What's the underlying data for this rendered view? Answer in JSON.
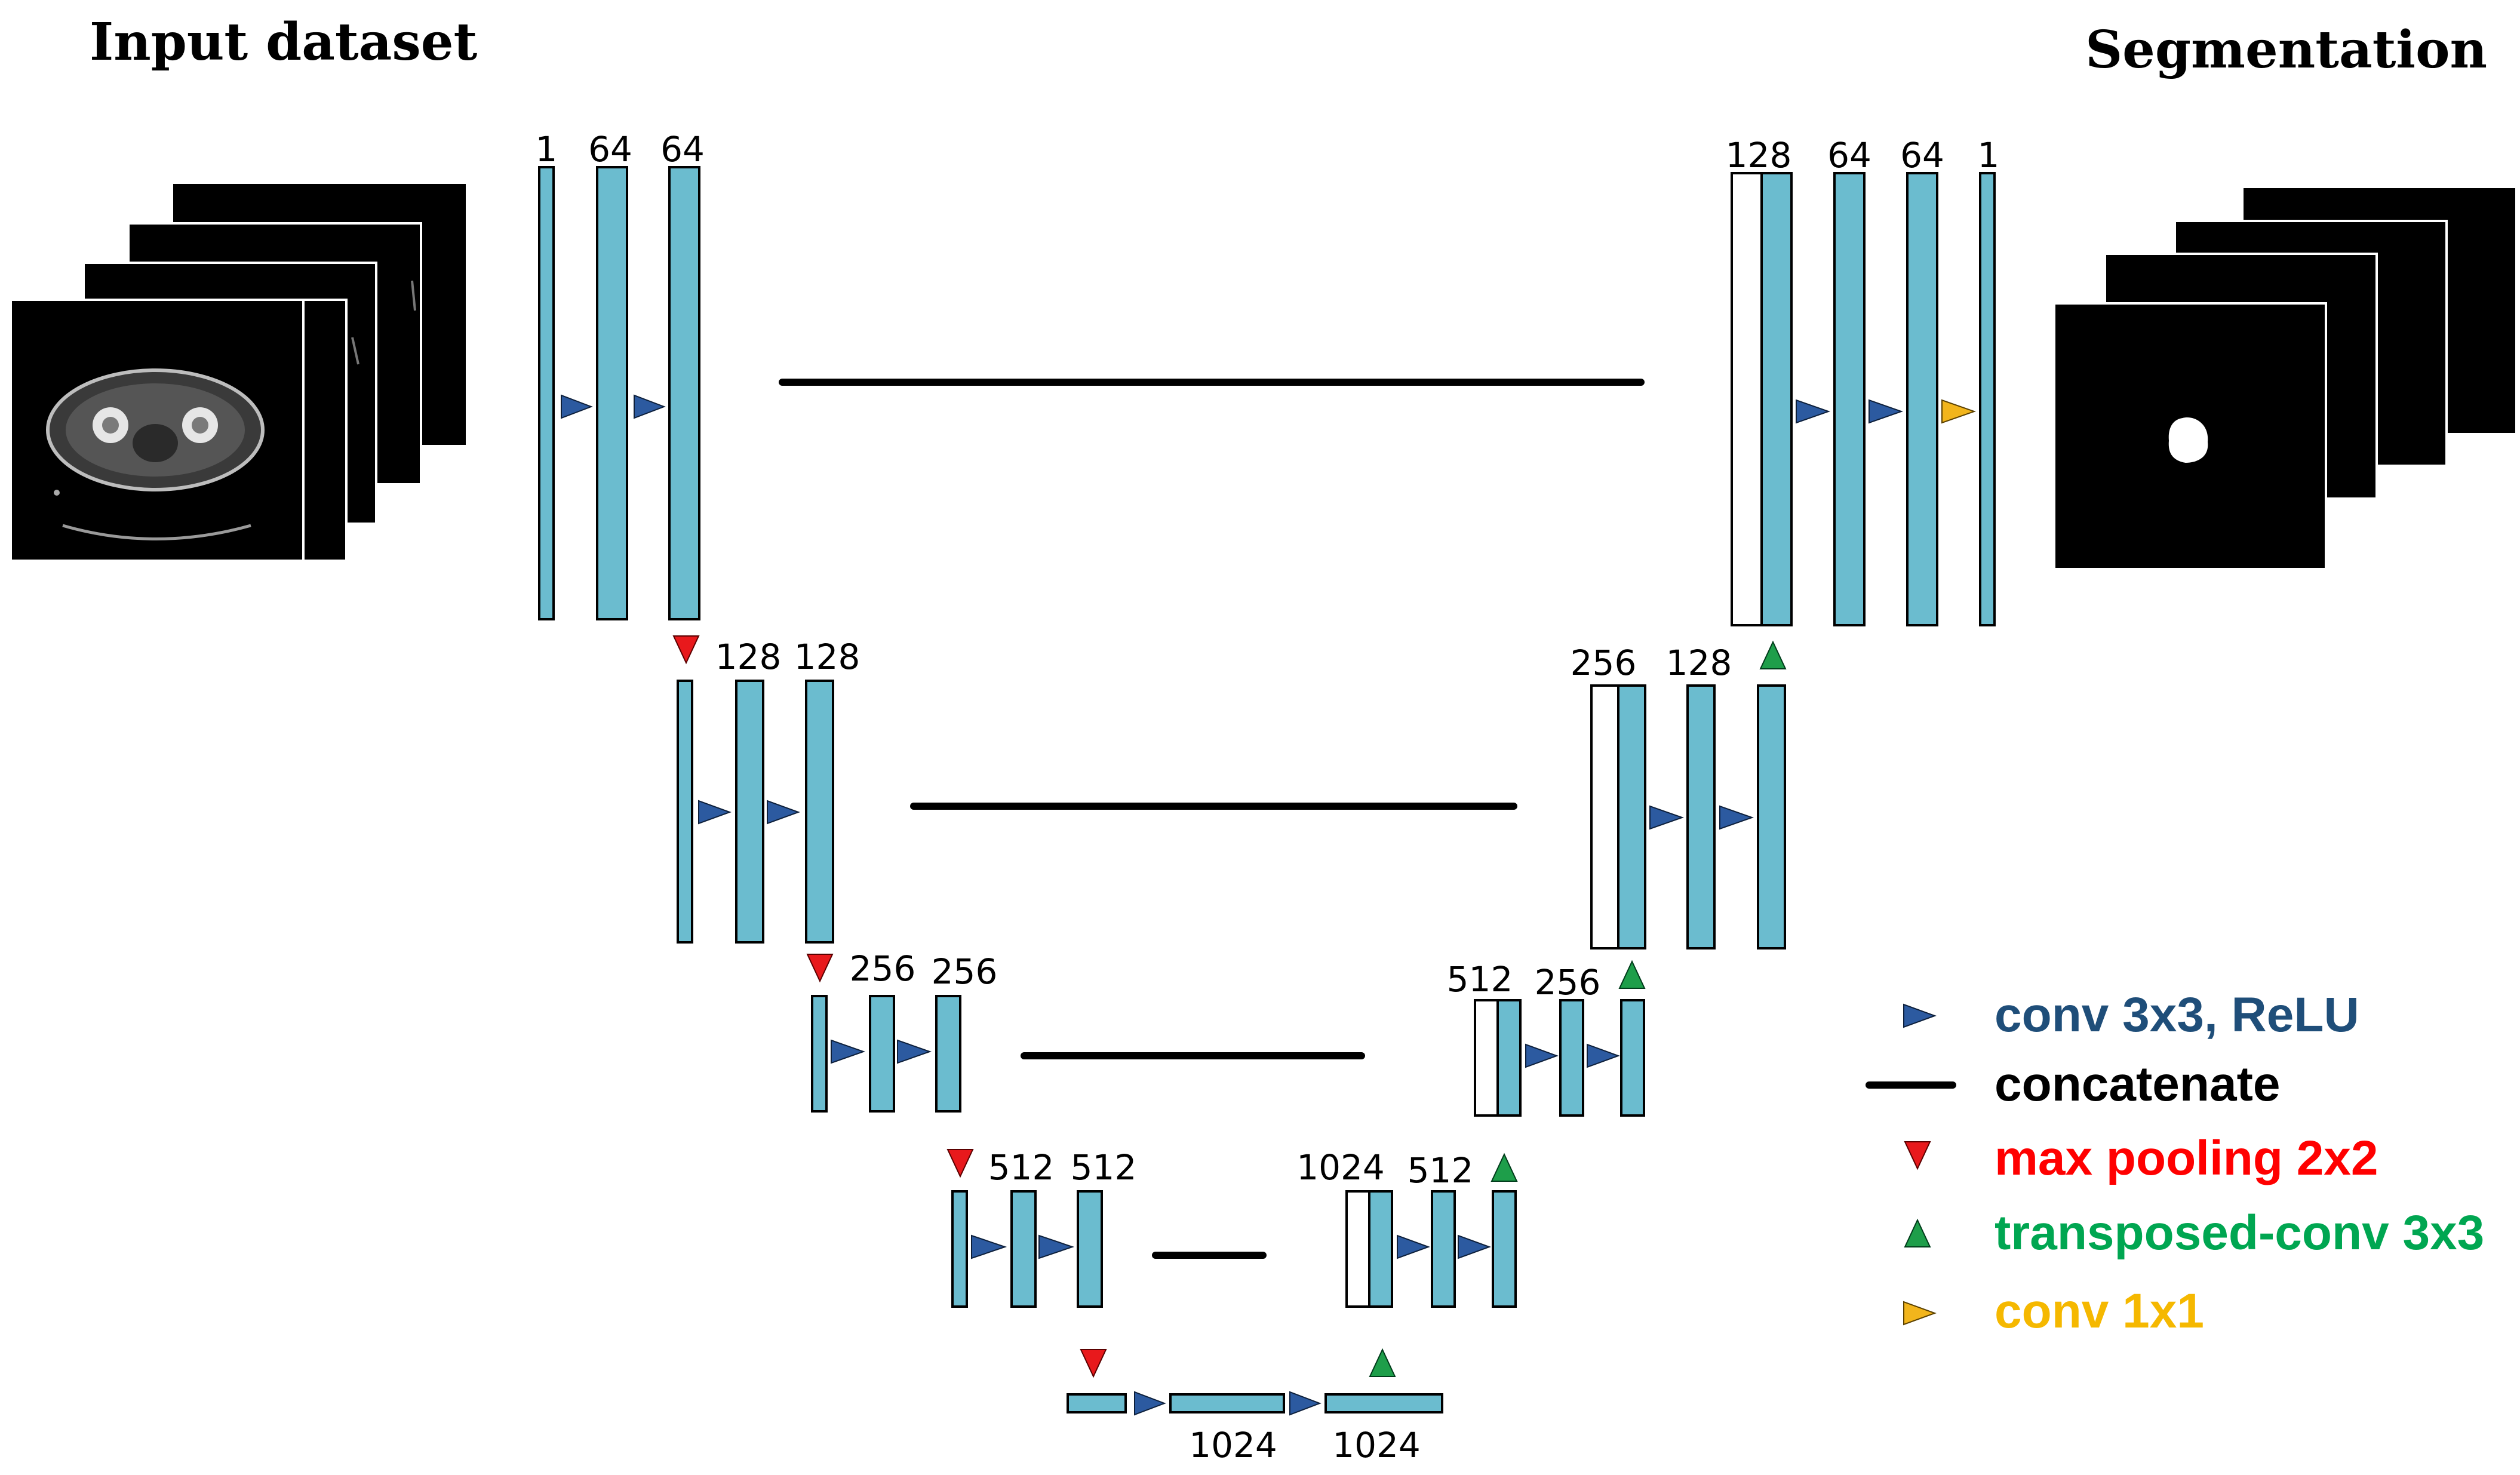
{
  "titles": {
    "input": "Input dataset",
    "output": "Segmentation"
  },
  "colors": {
    "feature_map": "#6bbccf",
    "concat_map": "#ffffff",
    "conv3x3": "#2c5aa0",
    "concatenate": "#000000",
    "max_pool": "#e8191c",
    "up_conv": "#1e9e4a",
    "conv1x1": "#f2b51c",
    "legend_conv3x3": "#1f4e79",
    "legend_max_pool": "#ff0000",
    "legend_up_conv": "#00a651",
    "legend_conv1x1": "#f5b800"
  },
  "channels": {
    "enc1": [
      "1",
      "64",
      "64"
    ],
    "enc2": [
      "128",
      "128"
    ],
    "enc3": [
      "256",
      "256"
    ],
    "enc4": [
      "512",
      "512"
    ],
    "bottleneck": [
      "1024",
      "1024"
    ],
    "dec4": [
      "1024",
      "512"
    ],
    "dec3": [
      "512",
      "256"
    ],
    "dec2": [
      "256",
      "128"
    ],
    "dec1": [
      "128",
      "64",
      "64",
      "1"
    ]
  },
  "legend": [
    {
      "key": "conv3x3",
      "label": "conv 3x3, ReLU",
      "icon": "right-triangle-icon"
    },
    {
      "key": "concatenate",
      "label": "concatenate",
      "icon": "arrow-icon"
    },
    {
      "key": "max_pool",
      "label": "max pooling 2x2",
      "icon": "down-triangle-icon"
    },
    {
      "key": "up_conv",
      "label": "transposed-conv 3x3",
      "icon": "up-triangle-icon"
    },
    {
      "key": "conv1x1",
      "label": "conv 1x1",
      "icon": "right-triangle-icon"
    }
  ]
}
